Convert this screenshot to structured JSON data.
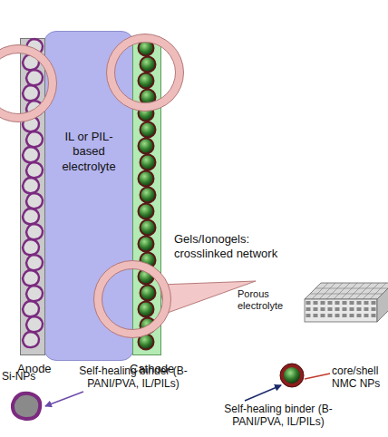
{
  "diagram": {
    "nodes": [
      {
        "text": [
          "Anode"
        ]
      },
      {
        "text": [
          "IL or PIL-based electrolyte"
        ]
      },
      {
        "text": [
          "Cathode"
        ]
      }
    ],
    "labels": [
      "Gels/Ionogels: crosslinked network",
      "Porous electrolyte",
      "Si-NPs",
      "Self-healing binder (B-PANI/PVA, IL/PILs)",
      "Self-healing binder (B-PANI/PVA, IL/PILs)",
      "core/shell NMC NPs"
    ]
  }
}
